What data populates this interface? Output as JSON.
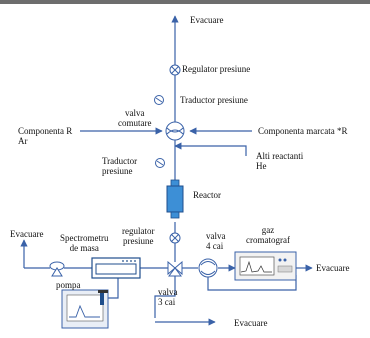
{
  "labels": {
    "evacuare_top": "Evacuare",
    "regulator_top": "Regulator presiune",
    "traductor_top": "Traductor presiune",
    "valva_comutare": "valva\ncomutare",
    "componenta_r": "Componenta R\nAr",
    "componenta_marcata": "Componenta marcata *R",
    "alti_reactanti": "Alti reactanti\nHe",
    "traductor_bottom": "Traductor\npresiune",
    "reactor": "Reactor",
    "evacuare_left": "Evacuare",
    "spectrometru": "Spectrometru\nde masa",
    "regulator_bottom": "regulator\npresiune",
    "valva_4cai": "valva\n4 cai",
    "gaz_cromatograf": "gaz\ncromatograf",
    "evacuare_right": "Evacuare",
    "pompa": "pompa",
    "valva_3cai": "valva\n3 cai",
    "evacuare_bottom": "Evacuare"
  },
  "colors": {
    "line": "#3a62a8",
    "reactor_fill": "#3d8fd6",
    "reactor_stroke": "#1f4e8c",
    "symbol_fill": "#ffffff",
    "text": "#111111"
  }
}
